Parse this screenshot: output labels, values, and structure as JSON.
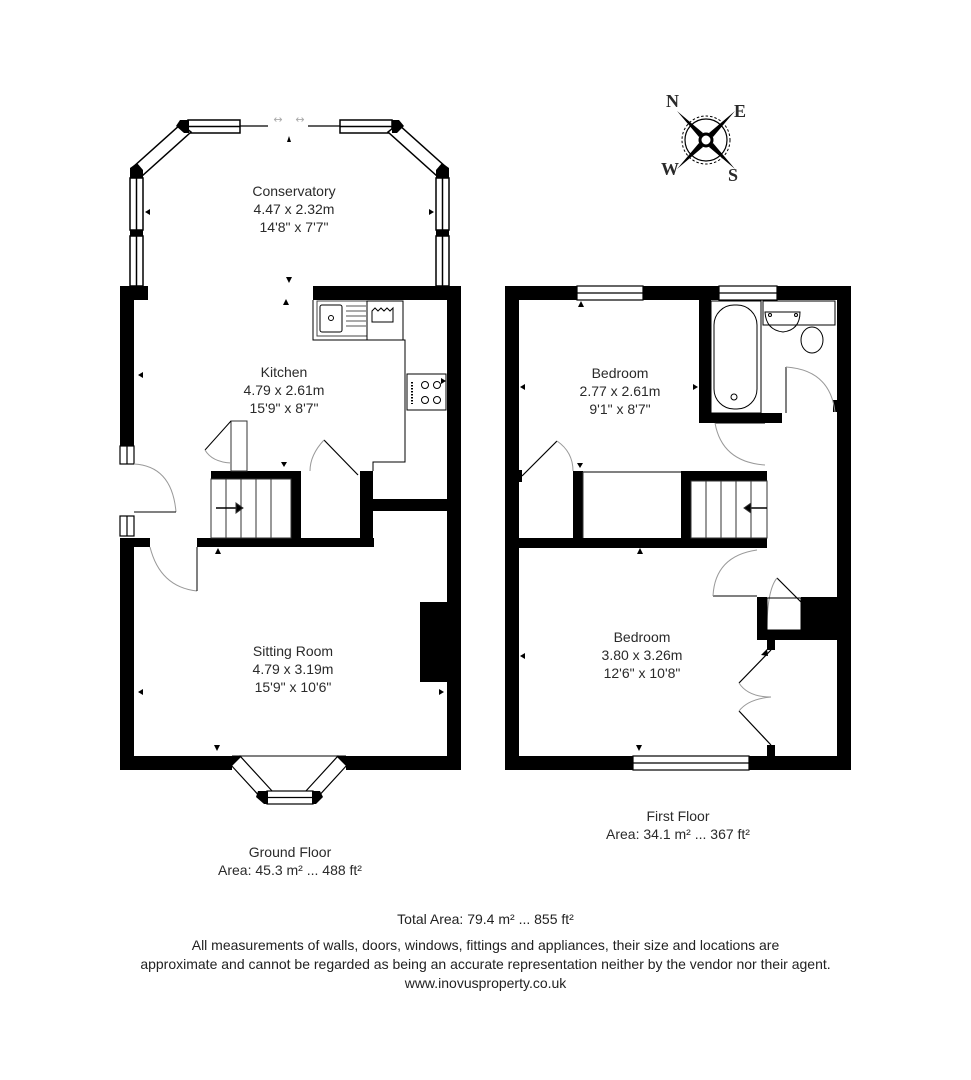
{
  "compass": {
    "north": "N",
    "east": "E",
    "south": "S",
    "west": "W"
  },
  "floors": [
    {
      "name": "Ground Floor",
      "area": "Area: 45.3 m² ... 488 ft²",
      "rooms": [
        {
          "name": "Conservatory",
          "metric": "4.47 x 2.32m",
          "imperial": "14'8\" x 7'7\""
        },
        {
          "name": "Kitchen",
          "metric": "4.79 x 2.61m",
          "imperial": "15'9\" x 8'7\""
        },
        {
          "name": "Sitting Room",
          "metric": "4.79 x 3.19m",
          "imperial": "15'9\" x 10'6\""
        }
      ]
    },
    {
      "name": "First Floor",
      "area": "Area: 34.1 m² ... 367 ft²",
      "rooms": [
        {
          "name": "Bedroom",
          "metric": "2.77 x 2.61m",
          "imperial": "9'1\" x 8'7\""
        },
        {
          "name": "Bedroom",
          "metric": "3.80 x 3.26m",
          "imperial": "12'6\" x 10'8\""
        }
      ]
    }
  ],
  "total_area": "Total Area: 79.4 m² ... 855 ft²",
  "disclaimer": {
    "line1": "All measurements of walls, doors, windows, fittings and appliances, their size and locations are",
    "line2": "approximate and cannot be regarded as being an accurate representation neither by the vendor nor their agent.",
    "website": "www.inovusproperty.co.uk"
  },
  "colors": {
    "wall": "#000000",
    "door_arc": "#999999",
    "background": "#ffffff"
  }
}
